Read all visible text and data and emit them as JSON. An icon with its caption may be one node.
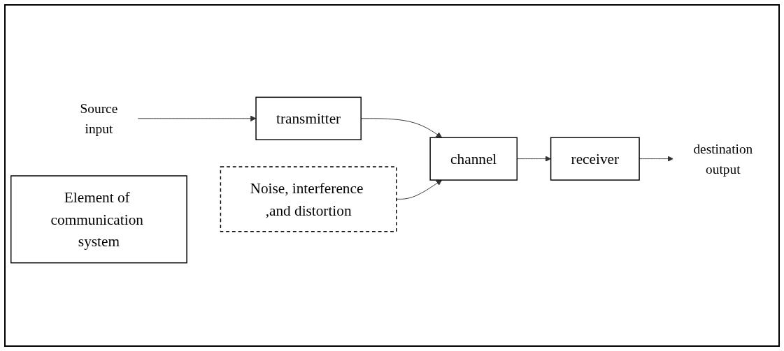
{
  "diagram": {
    "nodes": [
      {
        "text": [
          "Source",
          "input"
        ]
      },
      {
        "text": [
          "transmitter"
        ]
      },
      {
        "text": [
          "channel"
        ]
      },
      {
        "text": [
          "receiver"
        ]
      },
      {
        "text": [
          "destination",
          "output"
        ]
      },
      {
        "text": [
          "Noise, interference ,and distortion"
        ]
      },
      {
        "text": [
          "Element of communication system"
        ]
      }
    ],
    "edges": [
      {
        "from": 0,
        "to": 1,
        "arrow": "to"
      },
      {
        "from": 1,
        "to": 2,
        "arrow": "to"
      },
      {
        "from": 2,
        "to": 3,
        "arrow": "to"
      },
      {
        "from": 3,
        "to": 4,
        "arrow": "to"
      },
      {
        "from": 5,
        "to": 2,
        "arrow": "to"
      }
    ]
  }
}
